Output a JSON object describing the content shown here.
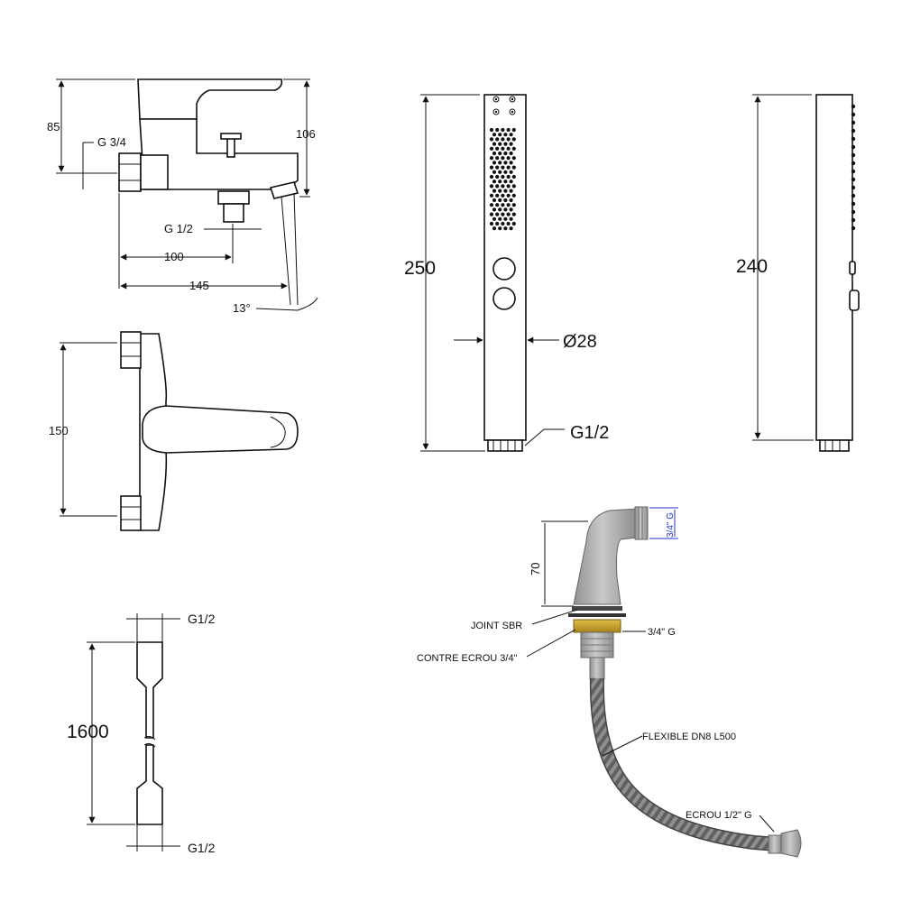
{
  "faucet": {
    "height_85": "85",
    "height_106": "106",
    "inlet_g34": "G 3/4",
    "outlet_g12": "G 1/2",
    "dist_100": "100",
    "dist_145": "145",
    "angle_13": "13°",
    "width_150": "150"
  },
  "hand_shower": {
    "length_250": "250",
    "diameter": "Ø28",
    "thread": "G1/2",
    "side_240": "240"
  },
  "hose": {
    "top_thread": "G1/2",
    "length": "1600",
    "bottom_thread": "G1/2"
  },
  "deck_outlet": {
    "thread_top": "3/4\" G",
    "height_70": "70",
    "joint": "JOINT SBR",
    "thread_nut": "3/4\" G",
    "contre_ecrou": "CONTRE ECROU 3/4\"",
    "flexible": "FLEXIBLE DN8 L500",
    "ecrou": "ECROU 1/2\" G"
  },
  "colors": {
    "line": "#111111",
    "dimension_blue": "#2233cc",
    "brass_nut": "#c9a227",
    "chrome_gray": "#a9abad"
  }
}
